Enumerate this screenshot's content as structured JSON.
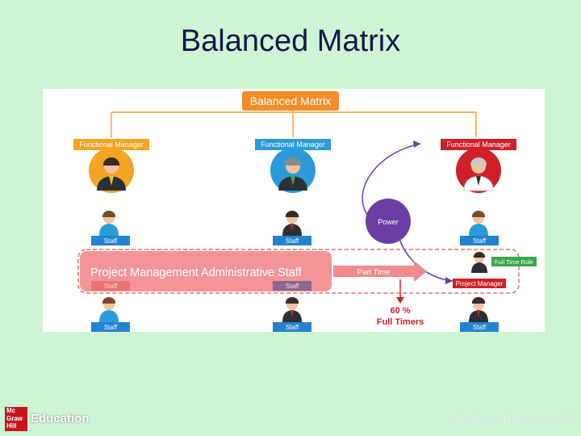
{
  "slide": {
    "title": "Balanced Matrix"
  },
  "diagram": {
    "header": "Balanced Matrix",
    "managers": [
      "Functional Manager",
      "Functional Manager",
      "Functional Manager"
    ],
    "staff_label": "Staff",
    "power_label": "Power",
    "pm_staff_label": "Project Management Administrative Staff",
    "part_time_label": "Part Time",
    "full_time_role": "Full Time Role",
    "project_manager": "Project Manager",
    "percent_line1": "60 %",
    "percent_line2": "Full Timers",
    "colors": {
      "orange": "#f4a324",
      "blue": "#2a9bd8",
      "red": "#cf2027",
      "staff_blue": "#2383d1",
      "pm_pink": "#f28a8c",
      "power_purple": "#6a3fa3"
    }
  },
  "footer": {
    "logo_lines": [
      "Mc",
      "Graw",
      "Hill"
    ],
    "education": "Education",
    "copyright": "© The McGraw-Hill Companies, 2005"
  }
}
